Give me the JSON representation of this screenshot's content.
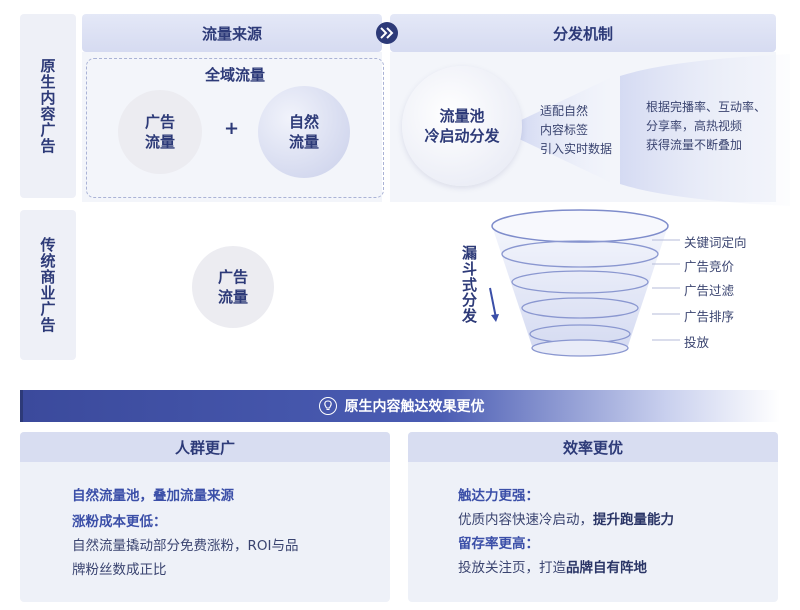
{
  "rows": {
    "native": "原生内容广告",
    "traditional": "传统商业广告"
  },
  "headers": {
    "traffic_source": "流量来源",
    "distribution": "分发机制"
  },
  "traffic": {
    "all_domain_title": "全域流量",
    "ad_traffic": "广告\n流量",
    "plus": "+",
    "natural_traffic": "自然\n流量",
    "trad_ad_traffic": "广告\n流量"
  },
  "distribution": {
    "pool": "流量池\n冷启动分发",
    "match_text": "适配自然\n内容标签\n引入实时数据",
    "rank_text": "根据完播率、互动率、\n分享率，高热视频\n获得流量不断叠加",
    "funnel_title": "漏\n斗\n式\n分\n发",
    "funnel_steps": [
      "关键词定向",
      "广告竞价",
      "广告过滤",
      "广告排序",
      "投放"
    ]
  },
  "banner": {
    "text": "原生内容触达效果更优"
  },
  "cards": {
    "left": {
      "title": "人群更广",
      "line1": "自然流量池，叠加流量来源",
      "line2": "涨粉成本更低：",
      "line3": "自然流量撬动部分免费涨粉，ROI与品",
      "line4": "牌粉丝数成正比"
    },
    "right": {
      "title": "效率更优",
      "line1": "触达力更强：",
      "line2_a": "优质内容快速冷启动，",
      "line2_b": "提升跑量能力",
      "line3": "留存率更高：",
      "line4_a": "投放关注页，打造",
      "line4_b": "品牌自有阵地"
    }
  },
  "colors": {
    "primary": "#2d3a78",
    "accent": "#3b4fa8",
    "header_bg": "#d8ddf1",
    "panel_bg": "#eef1f8"
  }
}
